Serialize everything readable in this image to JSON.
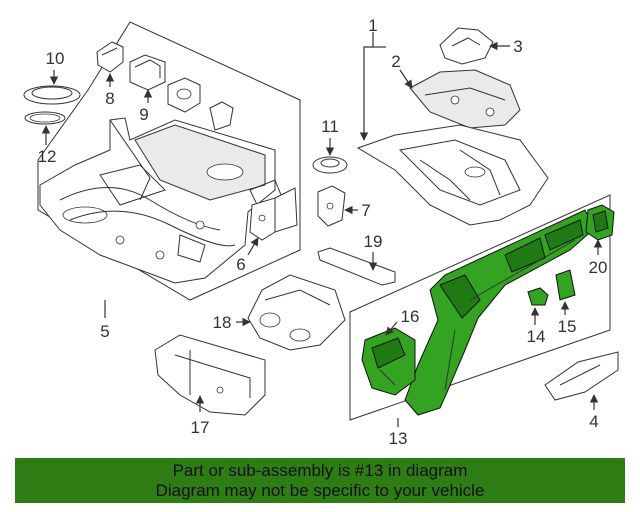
{
  "callouts": {
    "c1": "1",
    "c2": "2",
    "c3": "3",
    "c4": "4",
    "c5": "5",
    "c6": "6",
    "c7": "7",
    "c8": "8",
    "c9": "9",
    "c10": "10",
    "c11": "11",
    "c12": "12",
    "c13": "13",
    "c14": "14",
    "c15": "15",
    "c16": "16",
    "c17": "17",
    "c18": "18",
    "c19": "19",
    "c20": "20"
  },
  "highlight_color": "#33a321",
  "banner": {
    "line1": "Part or sub-assembly is #13 in diagram",
    "line2": "Diagram may not be specific to your vehicle",
    "background": "#2e7d14"
  }
}
